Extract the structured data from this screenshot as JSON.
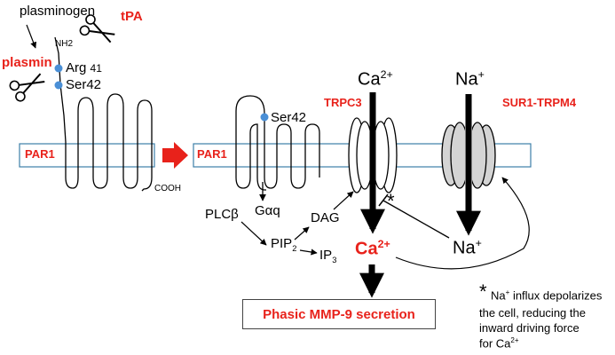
{
  "labels": {
    "plasminogen": "plasminogen",
    "tpa": "tPA",
    "nh2": "NH2",
    "plasmin": "plasmin",
    "arg41_prefix": "Arg",
    "arg41_num": "41",
    "ser42_left": "Ser42",
    "par1_left": "PAR1",
    "cooh": "COOH",
    "par1_right": "PAR1",
    "ser42_right": "Ser42",
    "galphaq": "Gαq",
    "plcb": "PLCβ",
    "dag": "DAG",
    "pip2_base": "PIP",
    "pip2_sub": "2",
    "ip3_base": "IP",
    "ip3_sub": "3",
    "ca_top_base": "Ca",
    "ca_top_sup": "2+",
    "trpc3": "TRPC3",
    "na_top_base": "Na",
    "na_top_sup": "+",
    "sur1_trpm4": "SUR1-TRPM4",
    "asterisk": "*",
    "na_bottom_base": "Na",
    "na_bottom_sup": "+",
    "ca_red_base": "Ca",
    "ca_red_sup": "2+",
    "result": "Phasic MMP-9 secretion",
    "footnote_star": "*",
    "footnote_line1_a": "Na",
    "footnote_line1_sup": "+",
    "footnote_line1_b": " influx depolarizes",
    "footnote_line2": "the cell, reducing the",
    "footnote_line3": "inward driving force",
    "footnote_line4_a": "for Ca",
    "footnote_line4_sup": "2+"
  },
  "colors": {
    "label_red": "#e8221b",
    "membrane_border": "#3d7fa8",
    "site_dot": "#4a8fd6",
    "channel_fill": "#d4d4d4",
    "transition_arrow": "#e8221b"
  },
  "icons": [
    "scissors-icon",
    "scissors-icon"
  ]
}
